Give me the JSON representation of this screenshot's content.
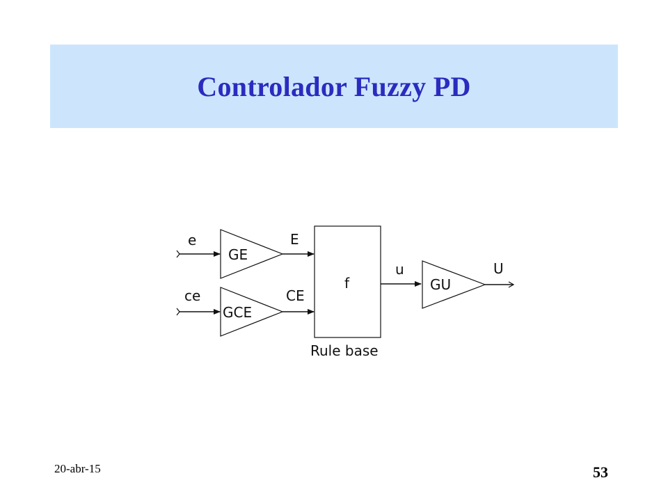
{
  "slide": {
    "title": "Controlador Fuzzy PD",
    "date": "20-abr-15",
    "page_number": "53"
  },
  "diagram": {
    "inputs": {
      "e": "e",
      "ce": "ce"
    },
    "gains": {
      "ge": "GE",
      "gce": "GCE",
      "gu": "GU"
    },
    "signals": {
      "E": "E",
      "CE": "CE",
      "u": "u",
      "U": "U"
    },
    "rule_block": {
      "function": "f",
      "caption": "Rule base"
    }
  },
  "colors": {
    "banner_background": "#cce5fc",
    "title_text": "#2b2bc0"
  }
}
